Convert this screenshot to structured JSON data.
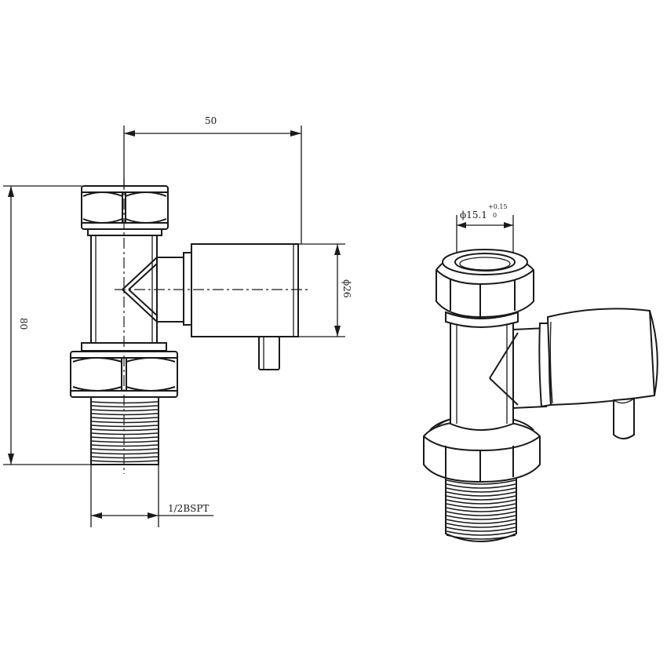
{
  "dimensions": {
    "width_label": "50",
    "height_label": "80",
    "diameter_label": "ϕ26",
    "thread_label": "1/2BSPT",
    "bore_label": "ϕ15.1",
    "bore_tol_upper": "+0.15",
    "bore_tol_lower": "0"
  }
}
